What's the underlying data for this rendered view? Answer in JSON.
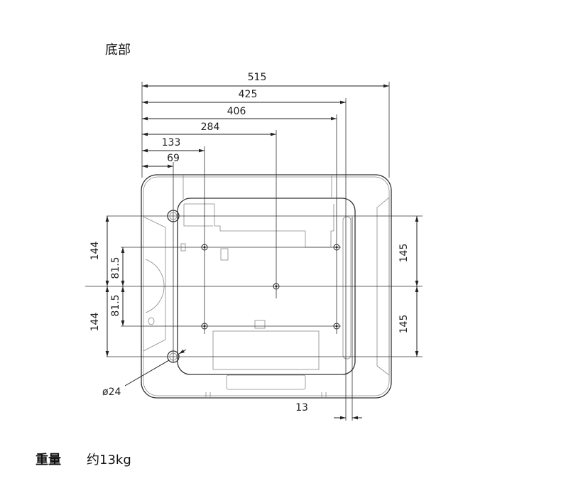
{
  "section_title": "底部",
  "weight": {
    "label": "重量",
    "value": "约13kg"
  },
  "dimensions": {
    "width_total": "515",
    "d425": "425",
    "d406": "406",
    "d284": "284",
    "d133": "133",
    "d69": "69",
    "left_upper_144": "144",
    "left_upper_81_5": "81.5",
    "left_lower_81_5": "81.5",
    "left_lower_144": "144",
    "right_upper_145": "145",
    "right_lower_145": "145",
    "bottom_13": "13",
    "foot_diameter": "ø24"
  }
}
